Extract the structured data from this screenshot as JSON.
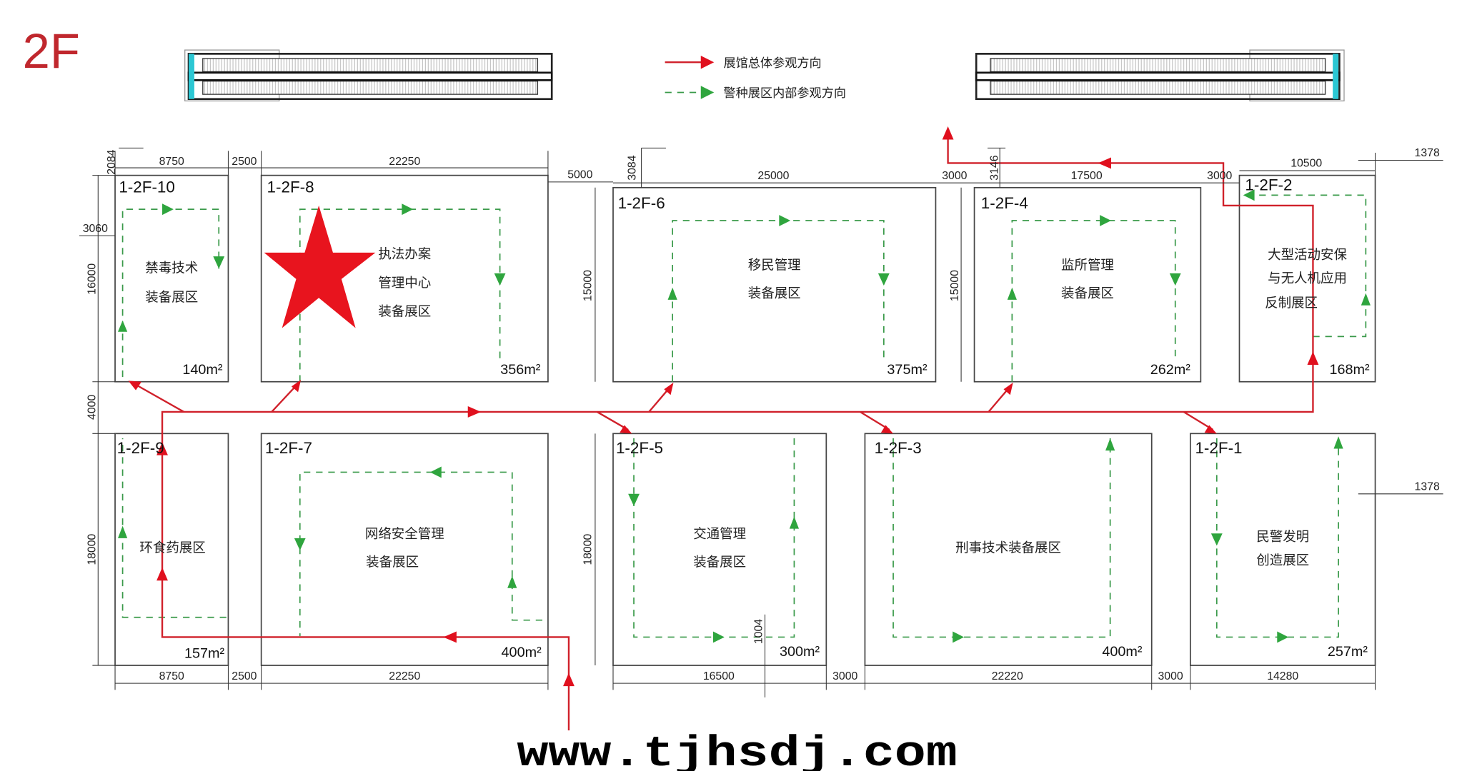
{
  "floor_label": "2F",
  "legend": [
    {
      "label": "展馆总体参观方向",
      "style": "red-solid-arrow"
    },
    {
      "label": "警种展区内部参观方向",
      "style": "green-dashed-arrow"
    }
  ],
  "colors": {
    "overall_route": "#d0202a",
    "zone_route": "#2fa53e",
    "floor_label": "#c0272d",
    "star": "#e8141e"
  },
  "zones": [
    {
      "id": "1-2F-10",
      "name": [
        "禁毒技术",
        "装备展区"
      ],
      "area": "140m²"
    },
    {
      "id": "1-2F-8",
      "name": [
        "执法办案",
        "管理中心",
        "装备展区"
      ],
      "area": "356m²"
    },
    {
      "id": "1-2F-6",
      "name": [
        "移民管理",
        "装备展区"
      ],
      "area": "375m²"
    },
    {
      "id": "1-2F-4",
      "name": [
        "监所管理",
        "装备展区"
      ],
      "area": "262m²"
    },
    {
      "id": "1-2F-2",
      "name": [
        "大型活动安保",
        "与无人机应用",
        "反制展区"
      ],
      "area": "168m²"
    },
    {
      "id": "1-2F-9",
      "name": [
        "环食药展区"
      ],
      "area": "157m²"
    },
    {
      "id": "1-2F-7",
      "name": [
        "网络安全管理",
        "装备展区"
      ],
      "area": "400m²"
    },
    {
      "id": "1-2F-5",
      "name": [
        "交通管理",
        "装备展区"
      ],
      "area": "300m²"
    },
    {
      "id": "1-2F-3",
      "name": [
        "刑事技术装备展区"
      ],
      "area": "400m²"
    },
    {
      "id": "1-2F-1",
      "name": [
        "民警发明",
        "创造展区"
      ],
      "area": "257m²"
    }
  ],
  "dimensions": {
    "top": [
      "2084",
      "8750",
      "2500",
      "22250",
      "5000",
      "3084",
      "25000",
      "3000",
      "3146",
      "17500",
      "3000",
      "10500",
      "1378"
    ],
    "left": [
      "3060",
      "16000",
      "4000",
      "18000",
      "15000",
      "15000",
      "18000",
      "1004",
      "1378"
    ],
    "bottom": [
      "8750",
      "2500",
      "22250",
      "16500",
      "3000",
      "22220",
      "3000",
      "14280"
    ]
  },
  "watermark": "www.tjhsdj.com"
}
